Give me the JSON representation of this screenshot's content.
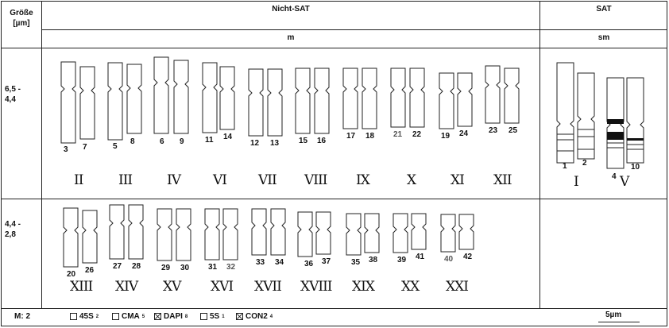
{
  "header": {
    "col_label_line1": "Größe",
    "col_label_line2": "[µm]",
    "group_nonsat": "Nicht-SAT",
    "group_sat": "SAT",
    "type_nonsat": "m",
    "type_sat": "sm"
  },
  "rows": [
    {
      "size_line1": "6,5 -",
      "size_line2": "4,4"
    },
    {
      "size_line1": "4,4 -",
      "size_line2": "2,8"
    }
  ],
  "row1_groups": [
    {
      "roman": "II",
      "a": "3",
      "b": "7"
    },
    {
      "roman": "III",
      "a": "5",
      "b": "8"
    },
    {
      "roman": "IV",
      "a": "6",
      "b": "9"
    },
    {
      "roman": "VI",
      "a": "11",
      "b": "14"
    },
    {
      "roman": "VII",
      "a": "12",
      "b": "13"
    },
    {
      "roman": "VIII",
      "a": "15",
      "b": "16"
    },
    {
      "roman": "IX",
      "a": "17",
      "b": "18"
    },
    {
      "roman": "X",
      "a": "21",
      "b": "22"
    },
    {
      "roman": "XI",
      "a": "19",
      "b": "24"
    },
    {
      "roman": "XII",
      "a": "23",
      "b": "25"
    }
  ],
  "row2_groups": [
    {
      "roman": "XIII",
      "a": "20",
      "b": "26"
    },
    {
      "roman": "XIV",
      "a": "27",
      "b": "28"
    },
    {
      "roman": "XV",
      "a": "29",
      "b": "30"
    },
    {
      "roman": "XVI",
      "a": "31",
      "b": "32"
    },
    {
      "roman": "XVII",
      "a": "33",
      "b": "34"
    },
    {
      "roman": "XVIII",
      "a": "36",
      "b": "37"
    },
    {
      "roman": "XIX",
      "a": "35",
      "b": "38"
    },
    {
      "roman": "XX",
      "a": "39",
      "b": "41"
    },
    {
      "roman": "XXI",
      "a": "40",
      "b": "42"
    }
  ],
  "sat_groups": [
    {
      "roman": "I",
      "a": "1",
      "b": "2"
    },
    {
      "roman": "V",
      "a": "4",
      "b": "10"
    }
  ],
  "footer": {
    "m_label": "M: 2",
    "legend": [
      {
        "label": "45S",
        "sup": "2",
        "marker": "box-empty"
      },
      {
        "label": "CMA",
        "sup": "5",
        "marker": "box-empty"
      },
      {
        "label": "DAPI",
        "sup": "8",
        "marker": "box-cross"
      },
      {
        "label": "5S",
        "sup": "1",
        "marker": "box-empty"
      },
      {
        "label": "CON2",
        "sup": "4",
        "marker": "box-cross"
      }
    ],
    "scale_label": "5µm"
  }
}
